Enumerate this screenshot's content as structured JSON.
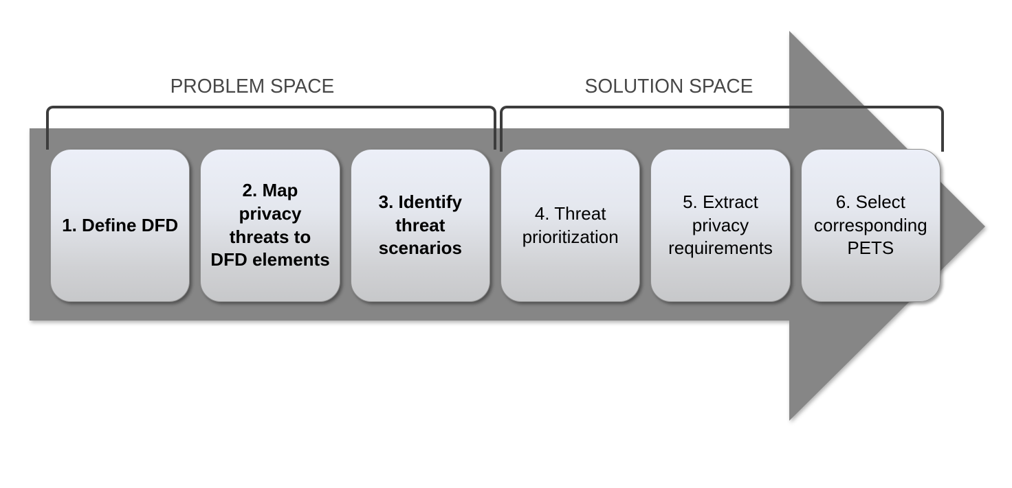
{
  "diagram": {
    "title_implicit": "Privacy threat modeling process flow",
    "groups": [
      {
        "label": "PROBLEM SPACE",
        "covers_steps": [
          1,
          2,
          3
        ]
      },
      {
        "label": "SOLUTION SPACE",
        "covers_steps": [
          4,
          5,
          6
        ]
      }
    ],
    "steps": [
      {
        "label": "1. Define DFD",
        "bold": true,
        "group": "PROBLEM SPACE"
      },
      {
        "label": "2. Map privacy threats to DFD elements",
        "bold": true,
        "group": "PROBLEM SPACE"
      },
      {
        "label": "3. Identify threat scenarios",
        "bold": true,
        "group": "PROBLEM SPACE"
      },
      {
        "label": "4. Threat prioritization",
        "bold": false,
        "group": "SOLUTION SPACE"
      },
      {
        "label": "5. Extract privacy requirements",
        "bold": false,
        "group": "SOLUTION SPACE"
      },
      {
        "label": "6. Select corresponding PETS",
        "bold": false,
        "group": "SOLUTION SPACE"
      }
    ],
    "colors": {
      "arrow_fill": "#868686",
      "bracket_line": "#3d3d3d",
      "group_label_text": "#474747",
      "box_gradient_top": "#eceff8",
      "box_gradient_bottom": "#c7c8ca",
      "box_border": "#8c8c8c",
      "step_text": "#000000",
      "background": "#ffffff"
    }
  }
}
